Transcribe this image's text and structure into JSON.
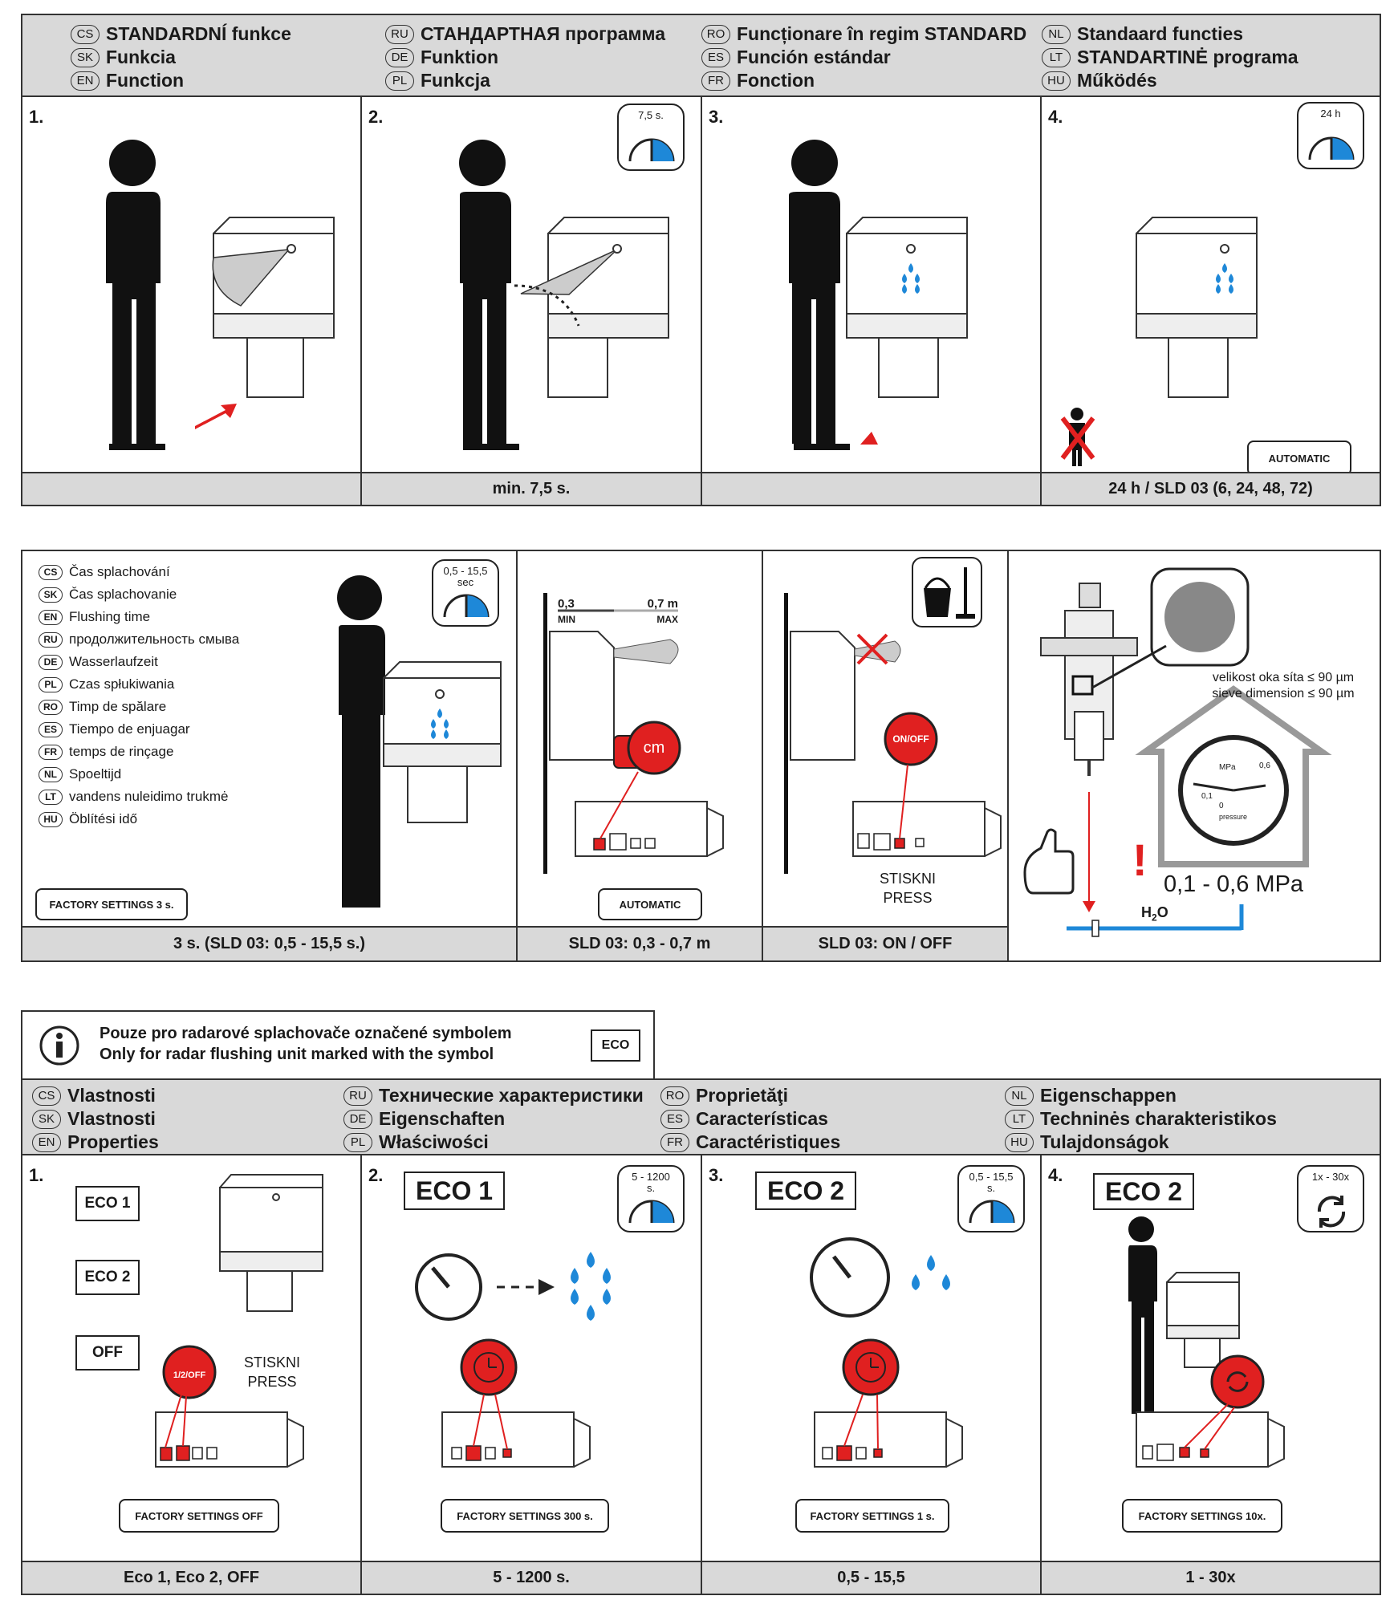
{
  "section1": {
    "header": [
      [
        {
          "code": "CS",
          "text": "STANDARDNÍ funkce"
        },
        {
          "code": "SK",
          "text": "Funkcia"
        },
        {
          "code": "EN",
          "text": "Function"
        }
      ],
      [
        {
          "code": "RU",
          "text": "СТАНДАРТНАЯ программа"
        },
        {
          "code": "DE",
          "text": "Funktion"
        },
        {
          "code": "PL",
          "text": "Funkcja"
        }
      ],
      [
        {
          "code": "RO",
          "text": "Funcționare în regim STANDARD"
        },
        {
          "code": "ES",
          "text": "Función estándar"
        },
        {
          "code": "FR",
          "text": "Fonction"
        }
      ],
      [
        {
          "code": "NL",
          "text": "Standaard functies"
        },
        {
          "code": "LT",
          "text": "STANDARTINĖ programa"
        },
        {
          "code": "HU",
          "text": "Működés"
        }
      ]
    ],
    "steps": [
      "1.",
      "2.",
      "3.",
      "4."
    ],
    "timer2": "7,5 s.",
    "timer4": "24 h",
    "automatic": "AUTOMATIC",
    "footer": [
      "",
      "min. 7,5 s.",
      "",
      "24 h / SLD 03 (6, 24, 48, 72)"
    ]
  },
  "section2": {
    "flush_labels": [
      {
        "code": "CS",
        "text": "Čas splachování"
      },
      {
        "code": "SK",
        "text": "Čas splachovanie"
      },
      {
        "code": "EN",
        "text": "Flushing time"
      },
      {
        "code": "RU",
        "text": "продолжительность смыва"
      },
      {
        "code": "DE",
        "text": "Wasserlaufzeit"
      },
      {
        "code": "PL",
        "text": "Czas spłukiwania"
      },
      {
        "code": "RO",
        "text": "Timp de spălare"
      },
      {
        "code": "ES",
        "text": "Tiempo de enjuagar"
      },
      {
        "code": "FR",
        "text": "temps de rinçage"
      },
      {
        "code": "NL",
        "text": "Spoeltijd"
      },
      {
        "code": "LT",
        "text": "vandens nuleidimo trukmė"
      },
      {
        "code": "HU",
        "text": "Öblítési idő"
      }
    ],
    "timer_top": "0,5 - 15,5",
    "timer_unit": "sec",
    "factory": "FACTORY SETTINGS 3 s.",
    "range_min_val": "0,3",
    "range_min": "MIN",
    "range_max_val": "0,7 m",
    "range_max": "MAX",
    "cm": "cm",
    "automatic": "AUTOMATIC",
    "onoff": "ON/OFF",
    "press_cs": "STISKNI",
    "press_en": "PRESS",
    "sieve_cs": "velikost oka síta ≤ 90 µm",
    "sieve_en": "sieve dimension ≤ 90 µm",
    "gauge_mpa": "MPa",
    "gauge_06": "0,6",
    "gauge_01": "0,1",
    "gauge_0": "0",
    "gauge_pressure": "pressure",
    "pressure": "0,1 - 0,6 MPa",
    "excl": "!",
    "h2o": "H",
    "h2o_sub": "2",
    "h2o_o": "O",
    "footer": [
      "3 s. (SLD 03: 0,5 - 15,5 s.)",
      "SLD 03: 0,3 - 0,7 m",
      "SLD 03: ON / OFF"
    ]
  },
  "info": {
    "line1": "Pouze pro radarové splachovače označené symbolem",
    "line2": "Only for radar flushing unit marked with the symbol",
    "eco": "ECO"
  },
  "section3": {
    "header": [
      [
        {
          "code": "CS",
          "text": "Vlastnosti"
        },
        {
          "code": "SK",
          "text": "Vlastnosti"
        },
        {
          "code": "EN",
          "text": "Properties"
        }
      ],
      [
        {
          "code": "RU",
          "text": "Технические характеристики"
        },
        {
          "code": "DE",
          "text": "Eigenschaften"
        },
        {
          "code": "PL",
          "text": "Właściwości"
        }
      ],
      [
        {
          "code": "RO",
          "text": "Proprietăţi"
        },
        {
          "code": "ES",
          "text": "Características"
        },
        {
          "code": "FR",
          "text": "Caractéristiques"
        }
      ],
      [
        {
          "code": "NL",
          "text": "Eigenschappen"
        },
        {
          "code": "LT",
          "text": "Techninės charakteristikos"
        },
        {
          "code": "HU",
          "text": "Tulajdonságok"
        }
      ]
    ],
    "steps": [
      "1.",
      "2.",
      "3.",
      "4."
    ],
    "eco1": "ECO 1",
    "eco2": "ECO 2",
    "off": "OFF",
    "btn12off": "1/2/OFF",
    "press_cs": "STISKNI",
    "press_en": "PRESS",
    "timer2_top": "5 - 1200",
    "timer2_unit": "s.",
    "timer3_top": "0,5 - 15,5",
    "timer3_unit": "s.",
    "timer4_top": "1x - 30x",
    "factory": [
      "FACTORY SETTINGS OFF",
      "FACTORY SETTINGS 300 s.",
      "FACTORY SETTINGS 1 s.",
      "FACTORY SETTINGS 10x."
    ],
    "footer": [
      "Eco 1, Eco 2, OFF",
      "5 - 1200 s.",
      "0,5 - 15,5",
      "1 - 30x"
    ]
  }
}
